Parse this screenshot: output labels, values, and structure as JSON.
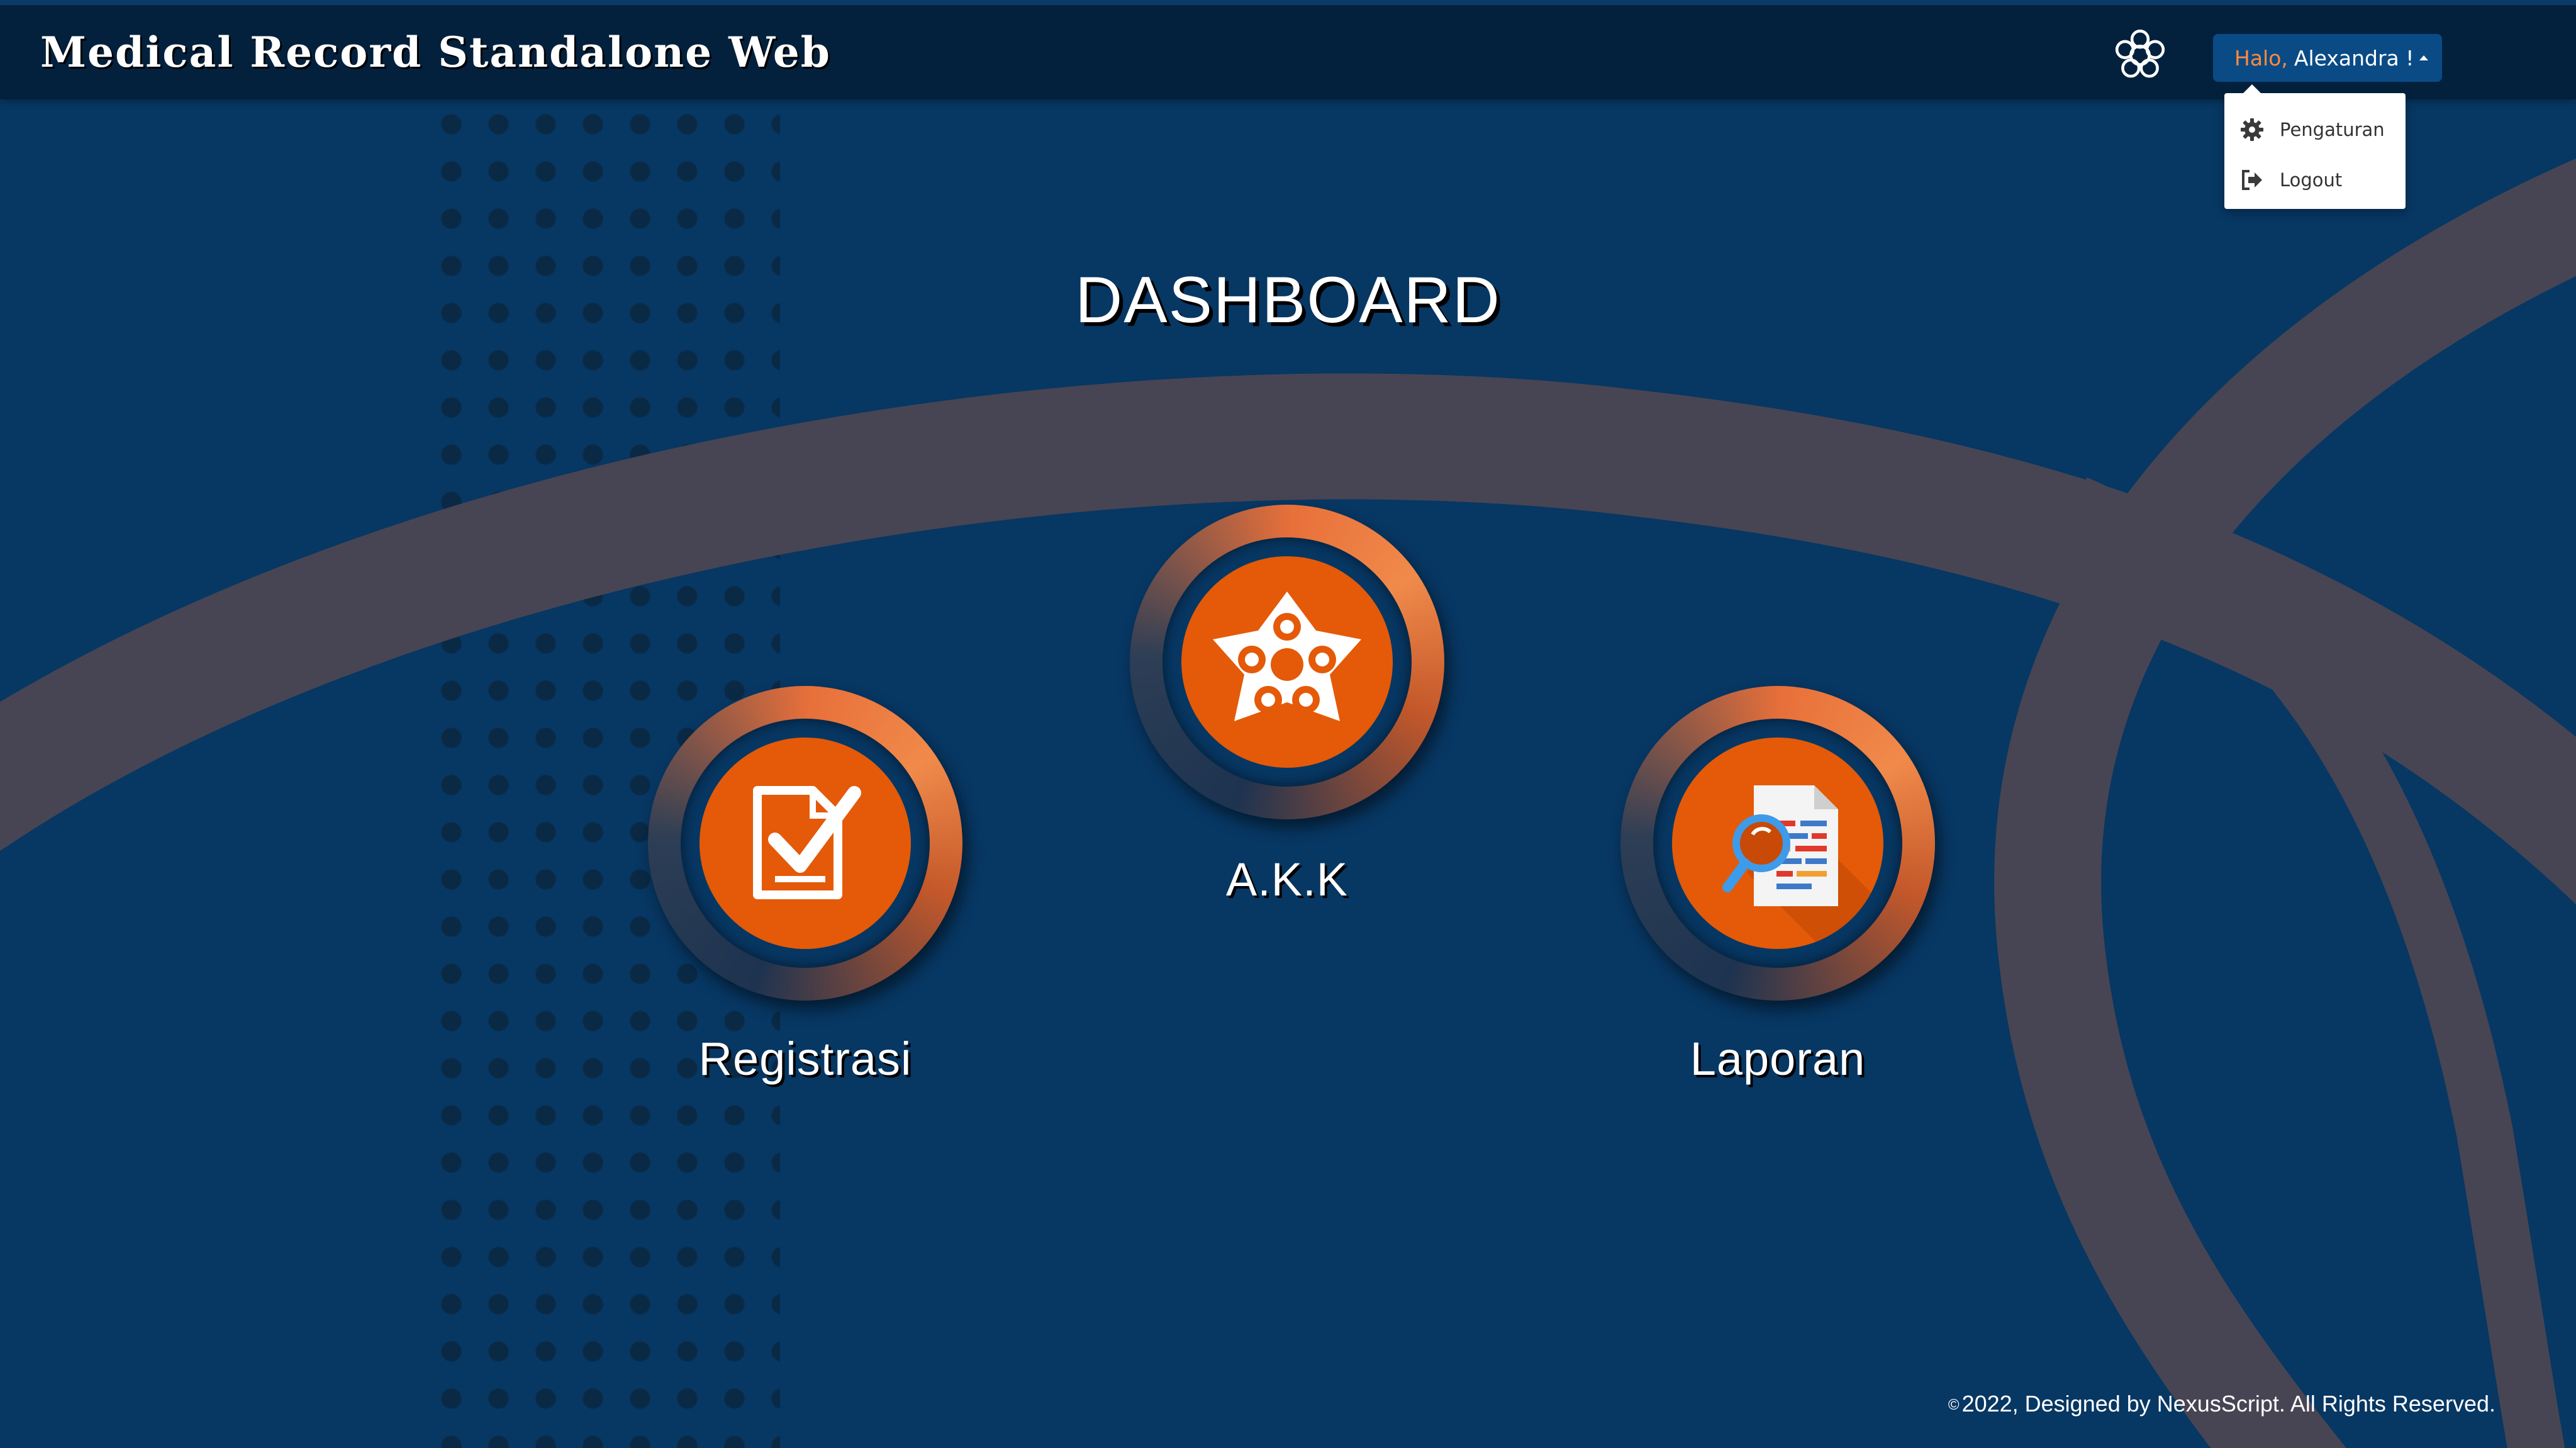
{
  "app": {
    "title": "Medical Record Standalone Web"
  },
  "navbar": {
    "logo_icon": "star-emblem-icon",
    "user": {
      "greeting": "Halo,",
      "name": "Alexandra !"
    }
  },
  "user_menu": {
    "items": [
      {
        "label": "Pengaturan",
        "icon": "gear-icon"
      },
      {
        "label": "Logout",
        "icon": "logout-icon"
      }
    ]
  },
  "page": {
    "title": "DASHBOARD"
  },
  "tiles": [
    {
      "label": "Registrasi",
      "icon": "clipboard-check-icon"
    },
    {
      "label": "A.K.K",
      "icon": "family-star-icon"
    },
    {
      "label": "Laporan",
      "icon": "report-search-icon"
    }
  ],
  "footer": {
    "copyright_symbol": "©",
    "text": "2022, Designed by NexusScript. All Rights Reserved."
  },
  "colors": {
    "background": "#073763",
    "navbar": "#03213d",
    "accent_orange": "#e45a08",
    "user_button": "#0a4b86",
    "greeting": "#ff8a3d"
  }
}
